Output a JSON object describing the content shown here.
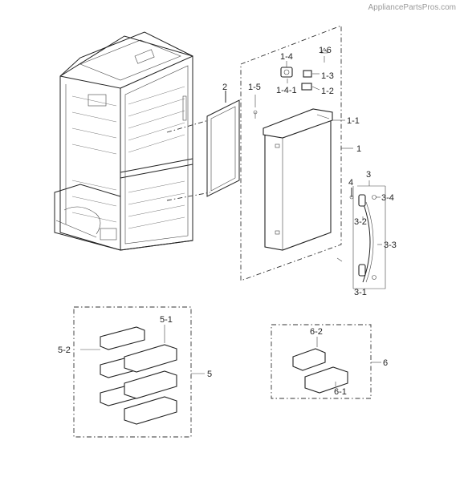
{
  "watermark": "AppliancePartsPros.com",
  "callouts": {
    "c1_6": "1-6",
    "c1_4": "1-4",
    "c1_3": "1-3",
    "c1_4_1": "1-4-1",
    "c1_2": "1-2",
    "c1_5": "1-5",
    "c1_1": "1-1",
    "c1": "1",
    "c2": "2",
    "c3": "3",
    "c4": "4",
    "c3_4": "3-4",
    "c3_2": "3-2",
    "c3_3": "3-3",
    "c3_1": "3-1",
    "c5_1": "5-1",
    "c5_2": "5-2",
    "c5": "5",
    "c6_2": "6-2",
    "c6": "6",
    "c6_1": "6-1"
  }
}
